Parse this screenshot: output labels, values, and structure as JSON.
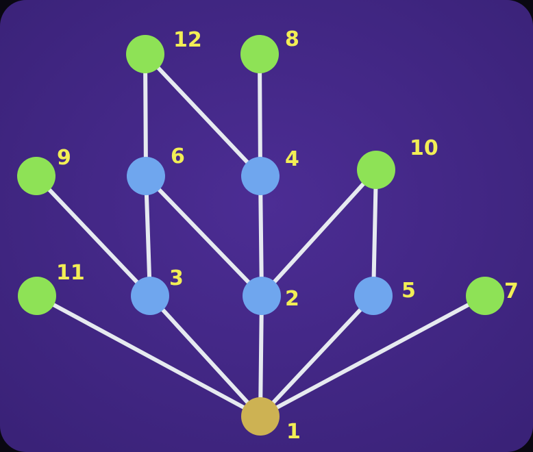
{
  "colors": {
    "background": "#4c2d94",
    "background_edge": "#3a2278",
    "edge": "#e6eaf0",
    "label": "#f2ee55",
    "node_leaf": "#8ee256",
    "node_inner": "#6fa6ee",
    "node_root": "#cdb253"
  },
  "nodes": [
    {
      "id": "1",
      "label": "1",
      "kind": "root"
    },
    {
      "id": "2",
      "label": "2",
      "kind": "inner"
    },
    {
      "id": "3",
      "label": "3",
      "kind": "inner"
    },
    {
      "id": "4",
      "label": "4",
      "kind": "inner"
    },
    {
      "id": "5",
      "label": "5",
      "kind": "inner"
    },
    {
      "id": "6",
      "label": "6",
      "kind": "inner"
    },
    {
      "id": "7",
      "label": "7",
      "kind": "leaf"
    },
    {
      "id": "8",
      "label": "8",
      "kind": "leaf"
    },
    {
      "id": "9",
      "label": "9",
      "kind": "leaf"
    },
    {
      "id": "10",
      "label": "10",
      "kind": "leaf"
    },
    {
      "id": "11",
      "label": "11",
      "kind": "leaf"
    },
    {
      "id": "12",
      "label": "12",
      "kind": "leaf"
    }
  ],
  "edges": [
    [
      "1",
      "11"
    ],
    [
      "1",
      "3"
    ],
    [
      "1",
      "2"
    ],
    [
      "1",
      "5"
    ],
    [
      "1",
      "7"
    ],
    [
      "3",
      "9"
    ],
    [
      "3",
      "6"
    ],
    [
      "2",
      "6"
    ],
    [
      "2",
      "4"
    ],
    [
      "2",
      "10"
    ],
    [
      "5",
      "10"
    ],
    [
      "6",
      "12"
    ],
    [
      "4",
      "12"
    ],
    [
      "4",
      "8"
    ]
  ]
}
